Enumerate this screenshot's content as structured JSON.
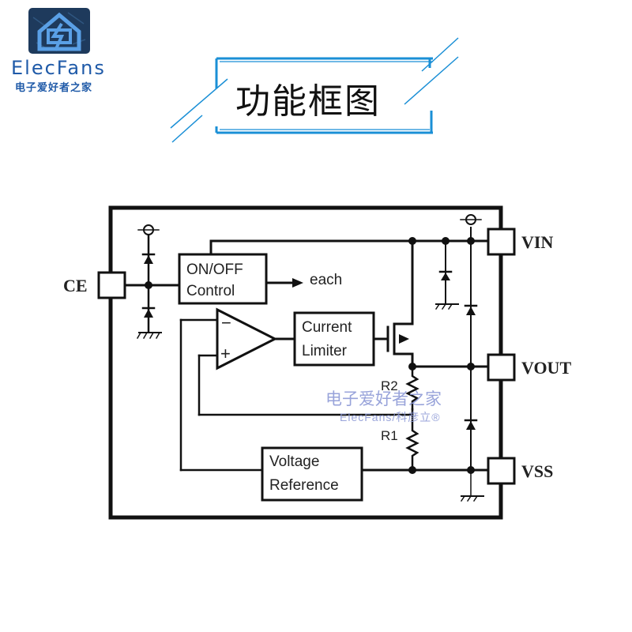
{
  "logo": {
    "brand": "ElecFans",
    "subtitle": "电子爱好者之家",
    "icon": "house-lightning-icon",
    "colors": {
      "brand": "#1f5aa8",
      "icon_bg": "#1e3a5c",
      "icon_fg": "#5aa0e6"
    }
  },
  "header": {
    "title": "功能框图",
    "frame_color": "#1a8fd6"
  },
  "diagram": {
    "pins": {
      "ce": "CE",
      "vin": "VIN",
      "vout": "VOUT",
      "vss": "VSS"
    },
    "blocks": {
      "onoff_line1": "ON/OFF",
      "onoff_line2": "Control",
      "current_line1": "Current",
      "current_line2": "Limiter",
      "vref_line1": "Voltage",
      "vref_line2": "Reference"
    },
    "opamp": {
      "minus": "−",
      "plus": "+"
    },
    "arrow_label": "each",
    "resistors": {
      "r1": "R1",
      "r2": "R2"
    }
  },
  "watermark": {
    "line1": "电子爱好者之家",
    "line2": "ElecFans/科彦立®"
  }
}
